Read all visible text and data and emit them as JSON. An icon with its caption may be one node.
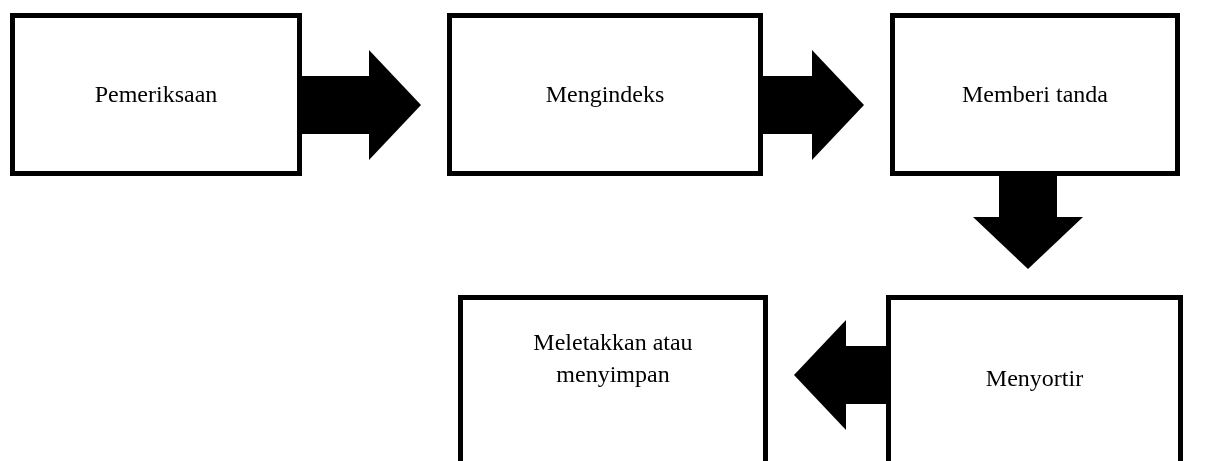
{
  "diagram": {
    "nodes": [
      {
        "text": [
          "Pemeriksaan"
        ]
      },
      {
        "text": [
          "Mengindeks"
        ]
      },
      {
        "text": [
          "Memberi tanda"
        ]
      },
      {
        "text": [
          "Menyortir"
        ]
      },
      {
        "text": [
          "Meletakkan atau menyimpan"
        ]
      }
    ],
    "edges": [
      {
        "from": 0,
        "to": 1,
        "arrow": "to"
      },
      {
        "from": 1,
        "to": 2,
        "arrow": "to"
      },
      {
        "from": 2,
        "to": 3,
        "arrow": "to"
      },
      {
        "from": 3,
        "to": 4,
        "arrow": "to"
      }
    ]
  }
}
